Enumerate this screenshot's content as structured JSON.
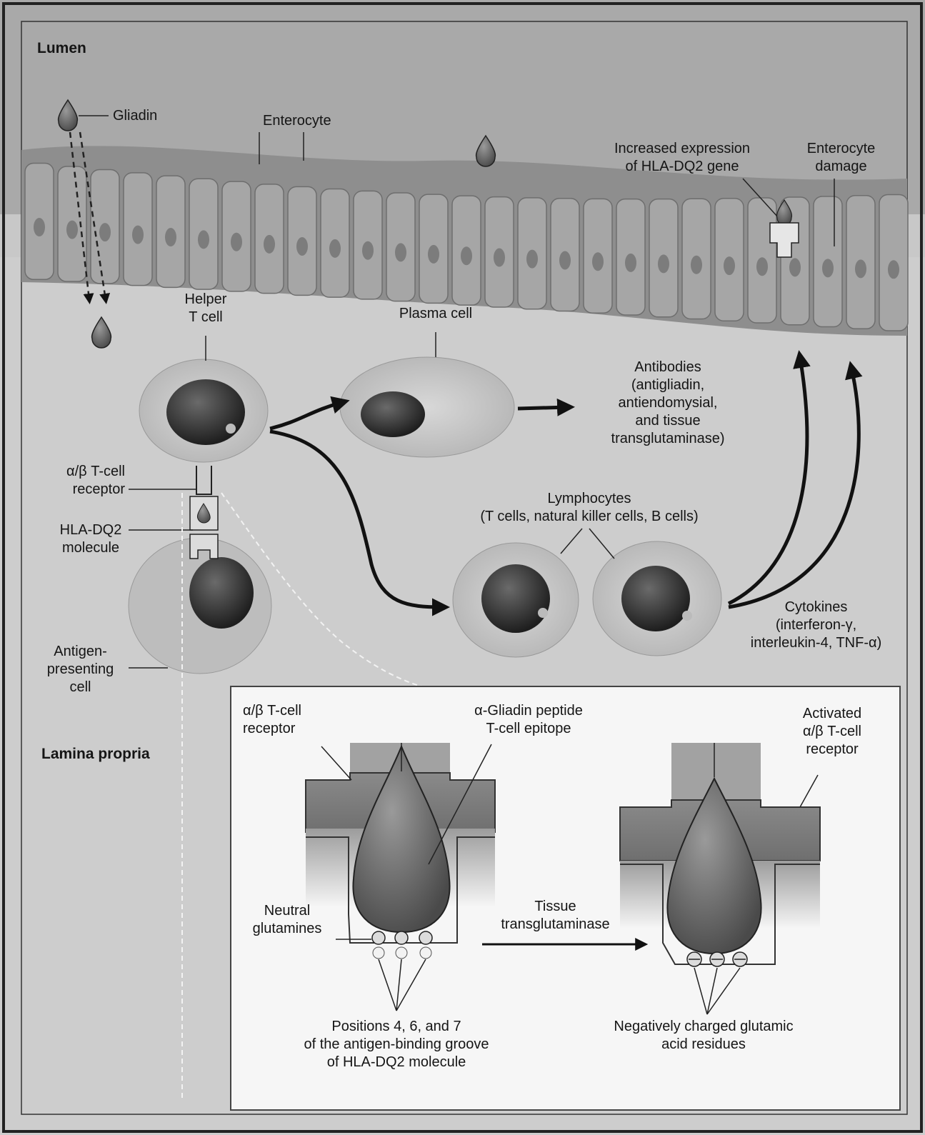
{
  "regions": {
    "lumen": "Lumen",
    "lamina_propria": "Lamina propria"
  },
  "labels": {
    "gliadin": "Gliadin",
    "enterocyte": "Enterocyte",
    "hla_expression": [
      "Increased expression",
      "of HLA-DQ2 gene"
    ],
    "enterocyte_damage": [
      "Enterocyte",
      "damage"
    ],
    "helper_t_cell": [
      "Helper",
      "T cell"
    ],
    "plasma_cell": "Plasma cell",
    "antibodies": [
      "Antibodies",
      "(antigliadin,",
      "antiendomysial,",
      "and tissue",
      "transglutaminase)"
    ],
    "tcr": [
      "α/β T-cell",
      "receptor"
    ],
    "hla_dq2": [
      "HLA-DQ2",
      "molecule"
    ],
    "lymphocytes": [
      "Lymphocytes",
      "(T cells, natural killer cells, B cells)"
    ],
    "cytokines": [
      "Cytokines",
      "(interferon-γ,",
      "interleukin-4, TNF-α)"
    ],
    "apc": [
      "Antigen-",
      "presenting",
      "cell"
    ]
  },
  "inset": {
    "tcr": [
      "α/β T-cell",
      "receptor"
    ],
    "peptide": [
      "α-Gliadin peptide",
      "T-cell epitope"
    ],
    "activated": [
      "Activated",
      "α/β T-cell",
      "receptor"
    ],
    "neutral": [
      "Neutral",
      "glutamines"
    ],
    "enzyme": [
      "Tissue",
      "transglutaminase"
    ],
    "positions": [
      "Positions 4, 6, and 7",
      "of the antigen-binding groove",
      "of HLA-DQ2 molecule"
    ],
    "negative": [
      "Negatively charged glutamic",
      "acid residues"
    ]
  }
}
